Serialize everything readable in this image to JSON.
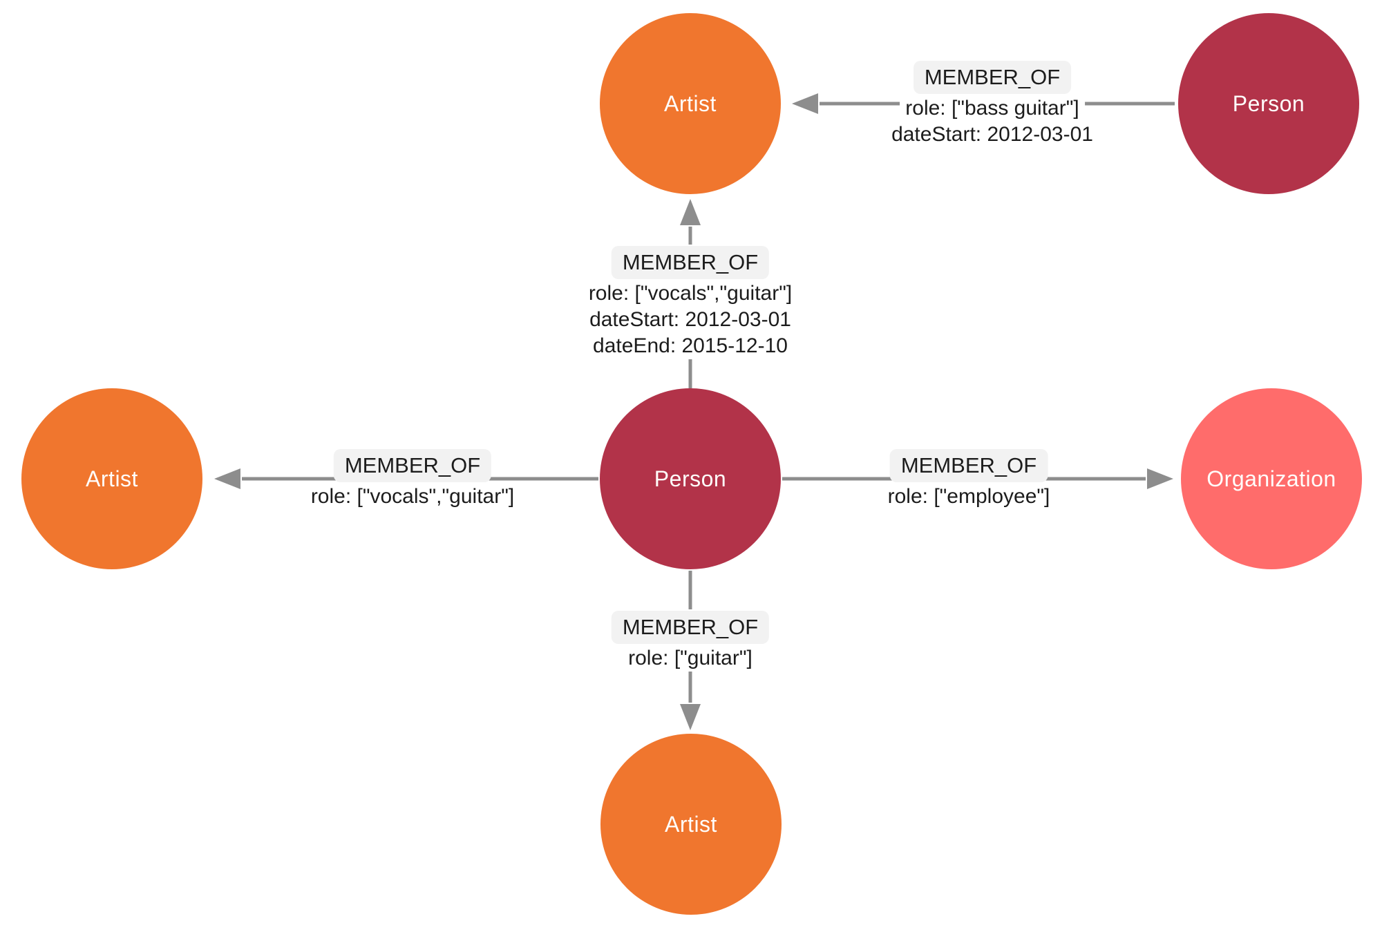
{
  "colors": {
    "artist_node": "#F0762E",
    "person_node": "#B23349",
    "organization_node": "#FF6C6B",
    "edge": "#8D8D8D",
    "relationship_badge_bg": "#F2F2F2",
    "relationship_text": "#1C1C1C",
    "node_label_text": "#FFFDFB",
    "background": "#FFFFFF"
  },
  "nodes": [
    {
      "id": "artist-top",
      "label": "Artist"
    },
    {
      "id": "person-top-right",
      "label": "Person"
    },
    {
      "id": "artist-left",
      "label": "Artist"
    },
    {
      "id": "person-center",
      "label": "Person"
    },
    {
      "id": "organization-right",
      "label": "Organization"
    },
    {
      "id": "artist-bottom",
      "label": "Artist"
    }
  ],
  "edges": [
    {
      "from": "person-center",
      "to": "artist-top",
      "type": "MEMBER_OF",
      "properties": [
        "role: [\"vocals\",\"guitar\"]",
        "dateStart: 2012-03-01",
        "dateEnd: 2015-12-10"
      ]
    },
    {
      "from": "person-top-right",
      "to": "artist-top",
      "type": "MEMBER_OF",
      "properties": [
        "role: [\"bass guitar\"]",
        "dateStart: 2012-03-01"
      ]
    },
    {
      "from": "person-center",
      "to": "artist-left",
      "type": "MEMBER_OF",
      "properties": [
        "role: [\"vocals\",\"guitar\"]"
      ]
    },
    {
      "from": "person-center",
      "to": "organization-right",
      "type": "MEMBER_OF",
      "properties": [
        "role: [\"employee\"]"
      ]
    },
    {
      "from": "person-center",
      "to": "artist-bottom",
      "type": "MEMBER_OF",
      "properties": [
        "role: [\"guitar\"]"
      ]
    }
  ]
}
